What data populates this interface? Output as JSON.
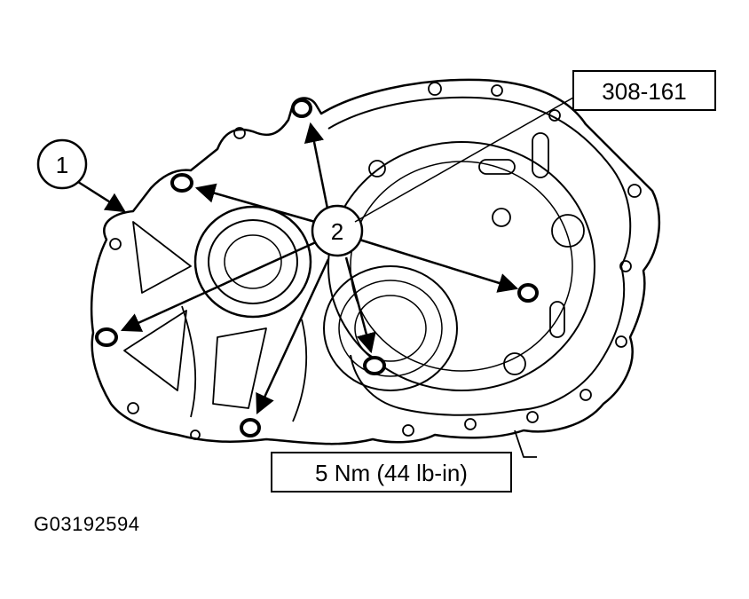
{
  "callouts": {
    "housing": "1",
    "bolts": "2"
  },
  "labels": {
    "tool": "308-161",
    "torque": "5 Nm (44 lb-in)"
  },
  "figure_id": "G03192594",
  "colors": {
    "line": "#000000",
    "background": "#ffffff"
  }
}
